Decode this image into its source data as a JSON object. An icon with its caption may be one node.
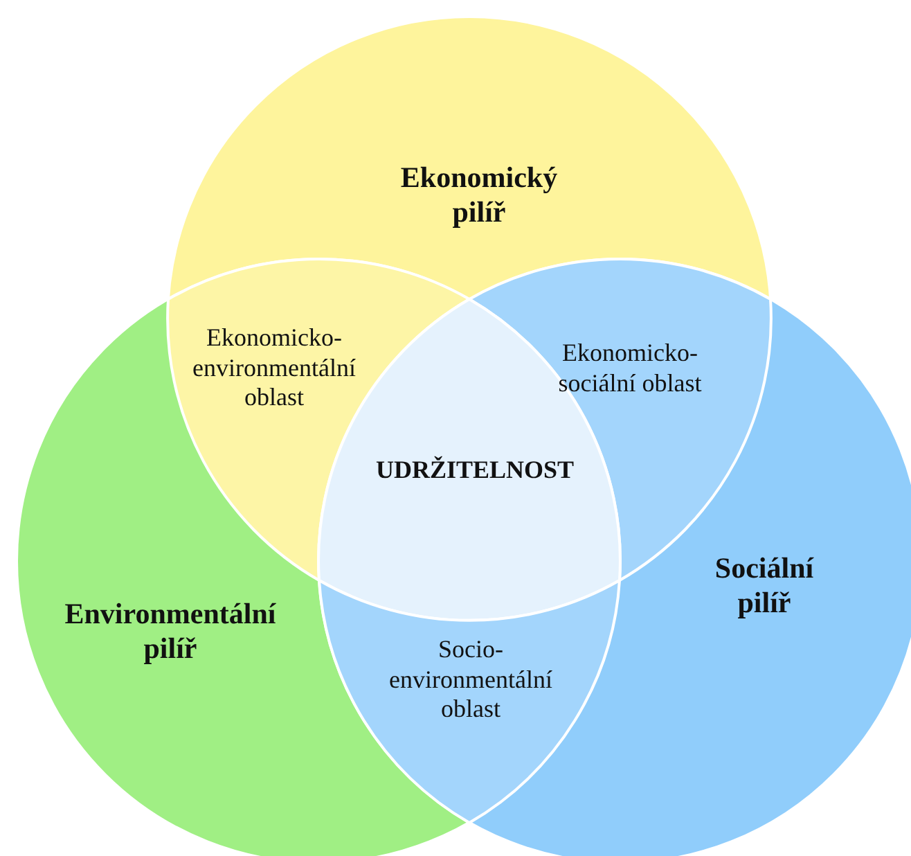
{
  "diagram": {
    "nodes": [
      {
        "text": [
          "Ekonomický pilíř"
        ]
      },
      {
        "text": [
          "Environmentální pilíř"
        ]
      },
      {
        "text": [
          "Sociální pilíř"
        ]
      },
      {
        "text": [
          "Ekonomicko-environmentální oblast"
        ]
      },
      {
        "text": [
          "Ekonomicko-sociální oblast"
        ]
      },
      {
        "text": [
          "UDRŽITELNOST"
        ]
      },
      {
        "text": [
          "Socio-environmentální oblast"
        ]
      }
    ]
  }
}
